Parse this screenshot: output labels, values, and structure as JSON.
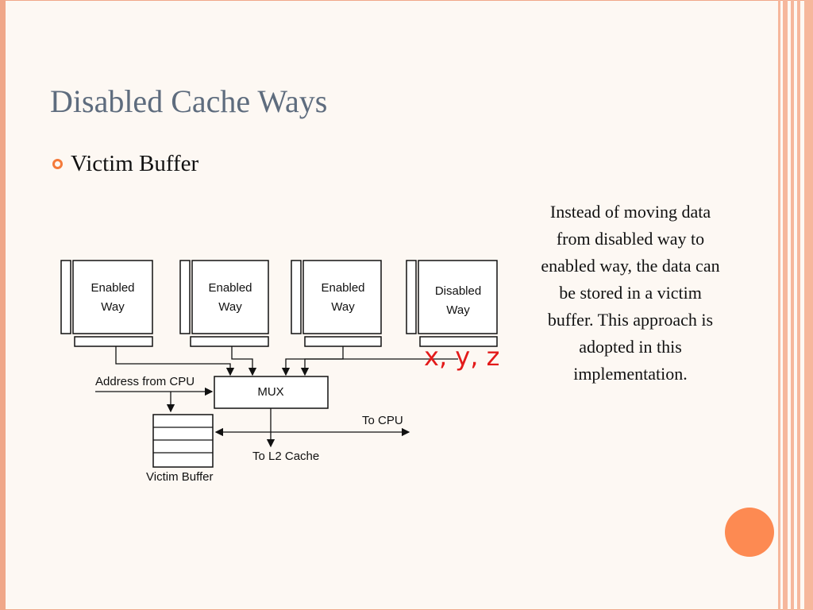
{
  "slide": {
    "title": "Disabled Cache Ways",
    "bullet": "Victim Buffer",
    "note": "Instead of moving data from disabled way to enabled way, the data can be stored in a victim buffer. This approach is adopted in this implementation.",
    "accent_color": "#f47a3a",
    "title_color": "#5e6c7e"
  },
  "diagram": {
    "ways": [
      {
        "line1": "Enabled",
        "line2": "Way"
      },
      {
        "line1": "Enabled",
        "line2": "Way"
      },
      {
        "line1": "Enabled",
        "line2": "Way"
      },
      {
        "line1": "Disabled",
        "line2": "Way"
      }
    ],
    "mux_label": "MUX",
    "address_label": "Address from CPU",
    "to_cpu_label": "To CPU",
    "to_l2_label": "To L2 Cache",
    "victim_buffer_label": "Victim Buffer",
    "annotation": "x, y, z"
  }
}
